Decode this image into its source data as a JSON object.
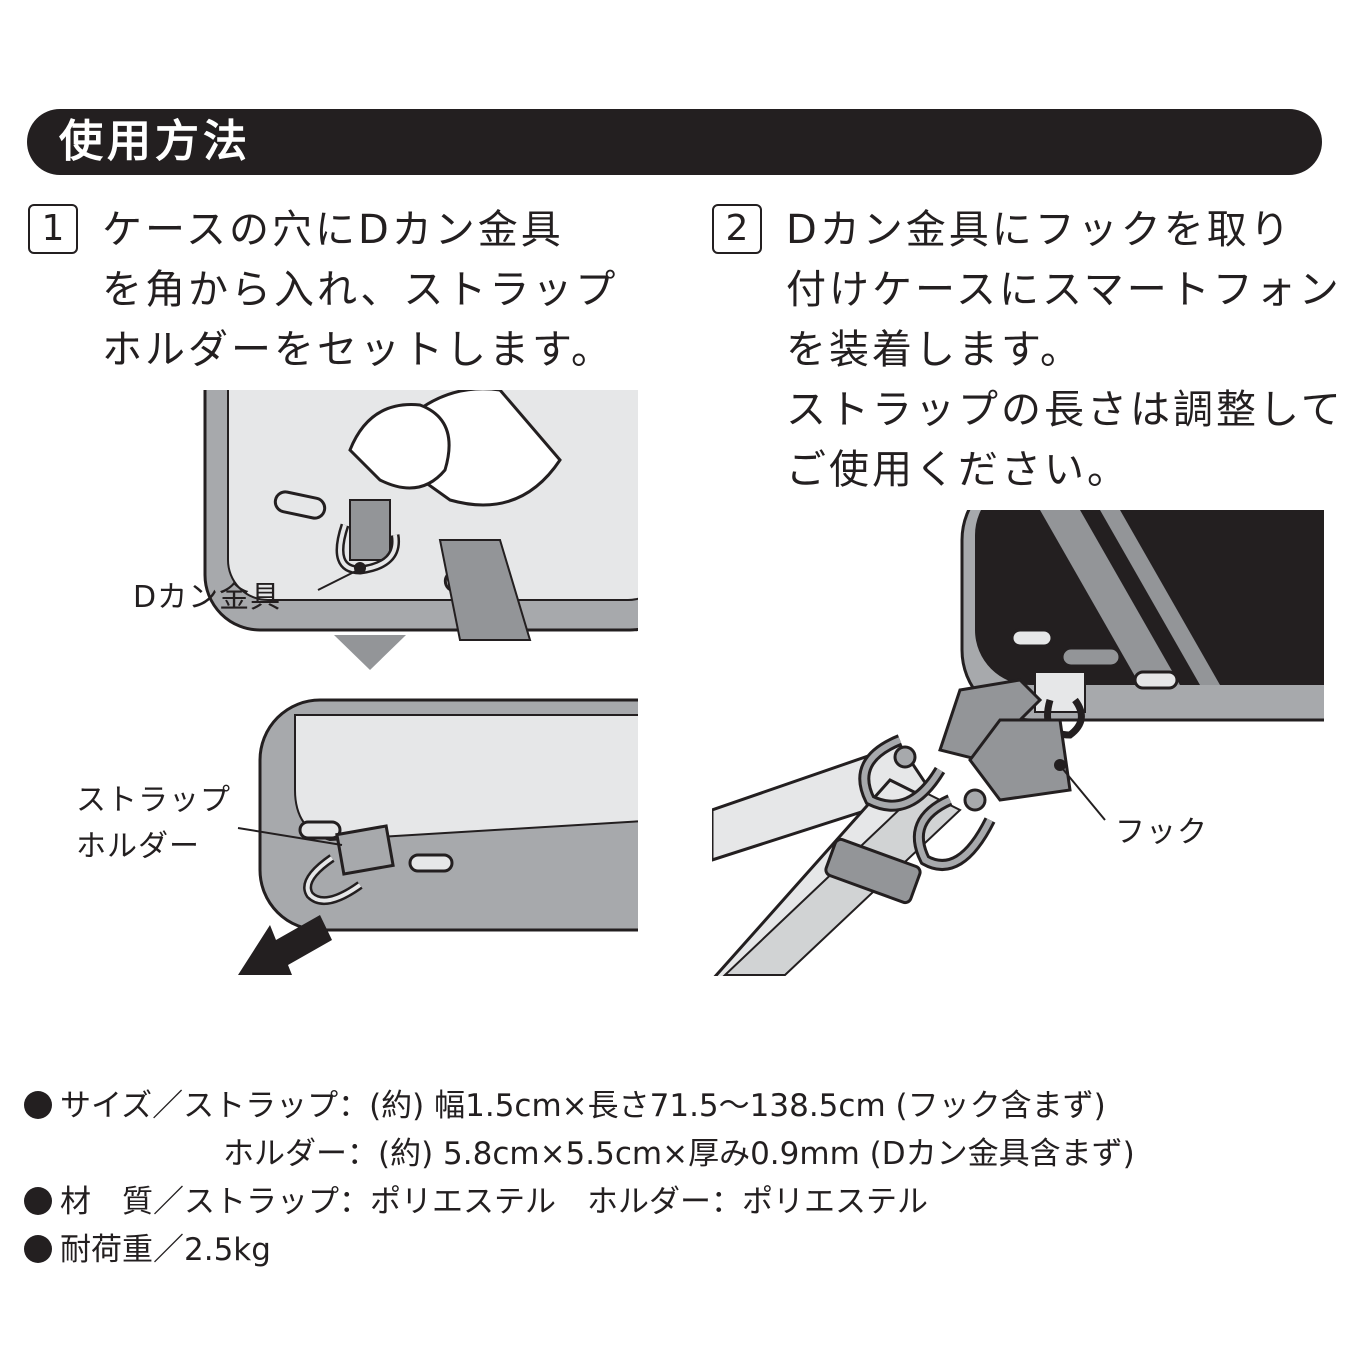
{
  "header": {
    "title": "使用方法"
  },
  "steps": [
    {
      "number": "1",
      "lines": [
        "ケースの穴にDカン金具",
        "を角から入れ、ストラップ",
        "ホルダーをセットします。"
      ]
    },
    {
      "number": "2",
      "lines": [
        "Dカン金具にフックを取り",
        "付けケースにスマートフォン",
        "を装着します。",
        "ストラップの長さは調整して",
        "ご使用ください。"
      ]
    }
  ],
  "callouts": {
    "d_ring": "Dカン金具",
    "strap_holder_line1": "ストラップ",
    "strap_holder_line2": "ホルダー",
    "hook": "フック"
  },
  "specs": [
    "サイズ／ストラップ：(約) 幅1.5cm×長さ71.5～138.5cm (フック含まず)",
    "ホルダー：(約) 5.8cm×5.5cm×厚み0.9mm (Dカン金具含まず)",
    "材　質／ストラップ：ポリエステル　ホルダー：ポリエステル",
    "耐荷重／2.5kg"
  ],
  "colors": {
    "dark": "#231f20",
    "case_gray": "#a7a9ac",
    "light_gray": "#e6e7e8",
    "mid_gray": "#939598"
  }
}
